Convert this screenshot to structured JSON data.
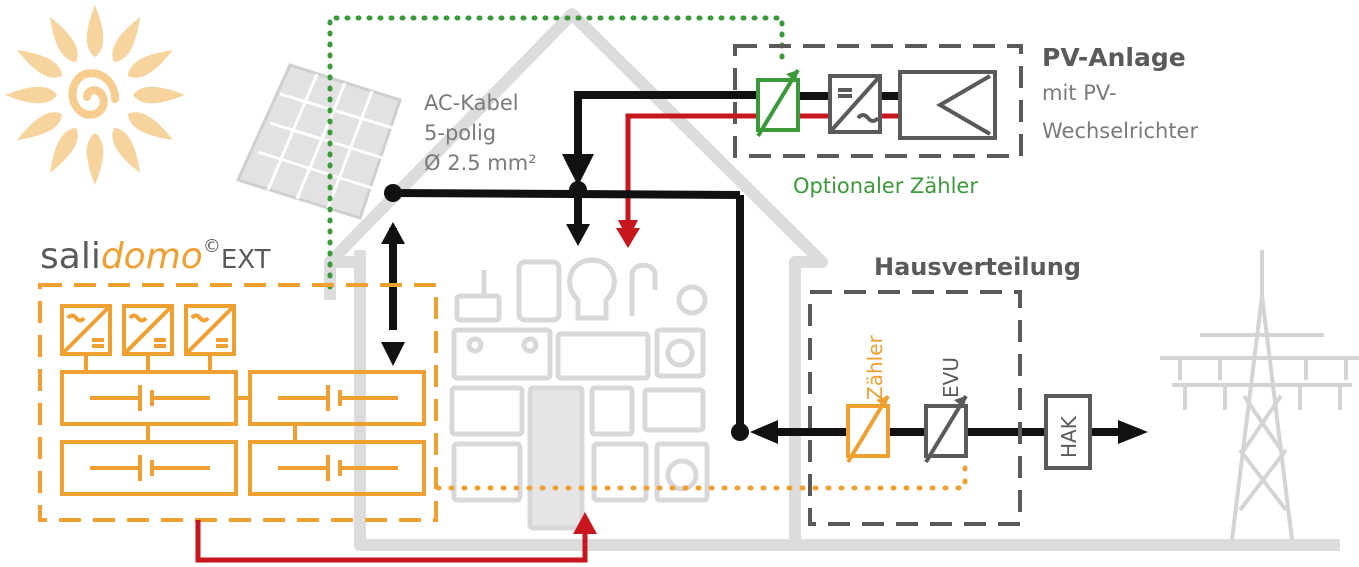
{
  "brand": {
    "prefix": "sali",
    "highlight": "domo",
    "mark": "©",
    "suffix": "EXT"
  },
  "cable": {
    "line1": "AC-Kabel",
    "line2": "5-polig",
    "line3": "Ø 2.5 mm²"
  },
  "pv": {
    "title": "PV-Anlage",
    "sub1": "mit PV-",
    "sub2": "Wechselrichter",
    "meter_note": "Optionaler Zähler"
  },
  "distribution": {
    "title": "Hausverteilung",
    "meter": "Zähler",
    "utility": "EVU",
    "hak": "HAK"
  },
  "colors": {
    "orange": "#f0a030",
    "green": "#3a9a3a",
    "red": "#c8161e",
    "black": "#111111",
    "gray": "#5a5a5a",
    "light": "#d4d4d4"
  }
}
